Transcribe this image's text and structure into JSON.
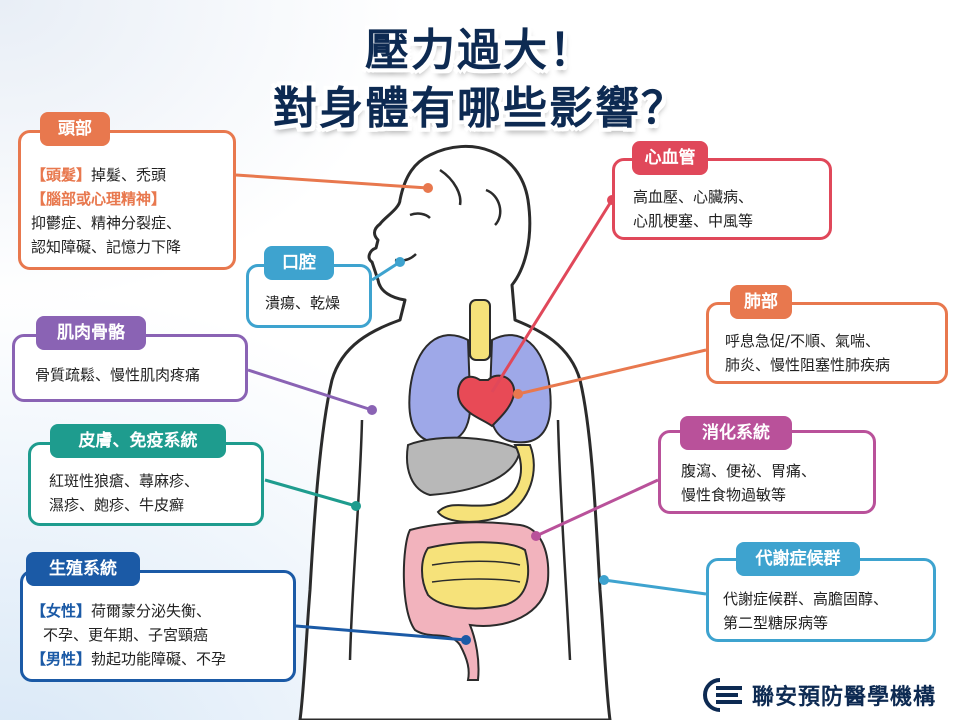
{
  "title": {
    "line1": "壓力過大！",
    "line2": "對身體有哪些影響？"
  },
  "boxes": {
    "head": {
      "tag": "頭部",
      "l1a": "【頭髮】",
      "l1b": "掉髮、禿頭",
      "l2": "【腦部或心理精神】",
      "l3": "抑鬱症、精神分裂症、",
      "l4": "認知障礙、記憶力下降",
      "color": "#e8784e"
    },
    "mouth": {
      "tag": "口腔",
      "l1": "潰瘍、乾燥",
      "color": "#3ea3cf"
    },
    "muscle": {
      "tag": "肌肉骨骼",
      "l1": "骨質疏鬆、慢性肌肉疼痛",
      "color": "#8a63b4"
    },
    "skin": {
      "tag": "皮膚、免疫系統",
      "l1": "紅斑性狼瘡、蕁麻疹、",
      "l2": "濕疹、皰疹、牛皮癬",
      "color": "#1e9c8e"
    },
    "repro": {
      "tag": "生殖系統",
      "l1a": "【女性】",
      "l1b": "荷爾蒙分泌失衡、",
      "l2": "不孕、更年期、子宮頸癌",
      "l3a": "【男性】",
      "l3b": "勃起功能障礙、不孕",
      "color": "#1b5aa6"
    },
    "heart": {
      "tag": "心血管",
      "l1": "高血壓、心臟病、",
      "l2": "心肌梗塞、中風等",
      "color": "#e0485a"
    },
    "lung": {
      "tag": "肺部",
      "l1": "呼息急促/不順、氣喘、",
      "l2": "肺炎、慢性阻塞性肺疾病",
      "color": "#e8784e"
    },
    "digest": {
      "tag": "消化系統",
      "l1": "腹瀉、便祕、胃痛、",
      "l2": "慢性食物過敏等",
      "color": "#b9519a"
    },
    "metab": {
      "tag": "代謝症候群",
      "l1": "代謝症候群、高膽固醇、",
      "l2": "第二型糖尿病等",
      "color": "#3ea3cf"
    }
  },
  "logo": {
    "name": "聯安預防醫學機構"
  }
}
